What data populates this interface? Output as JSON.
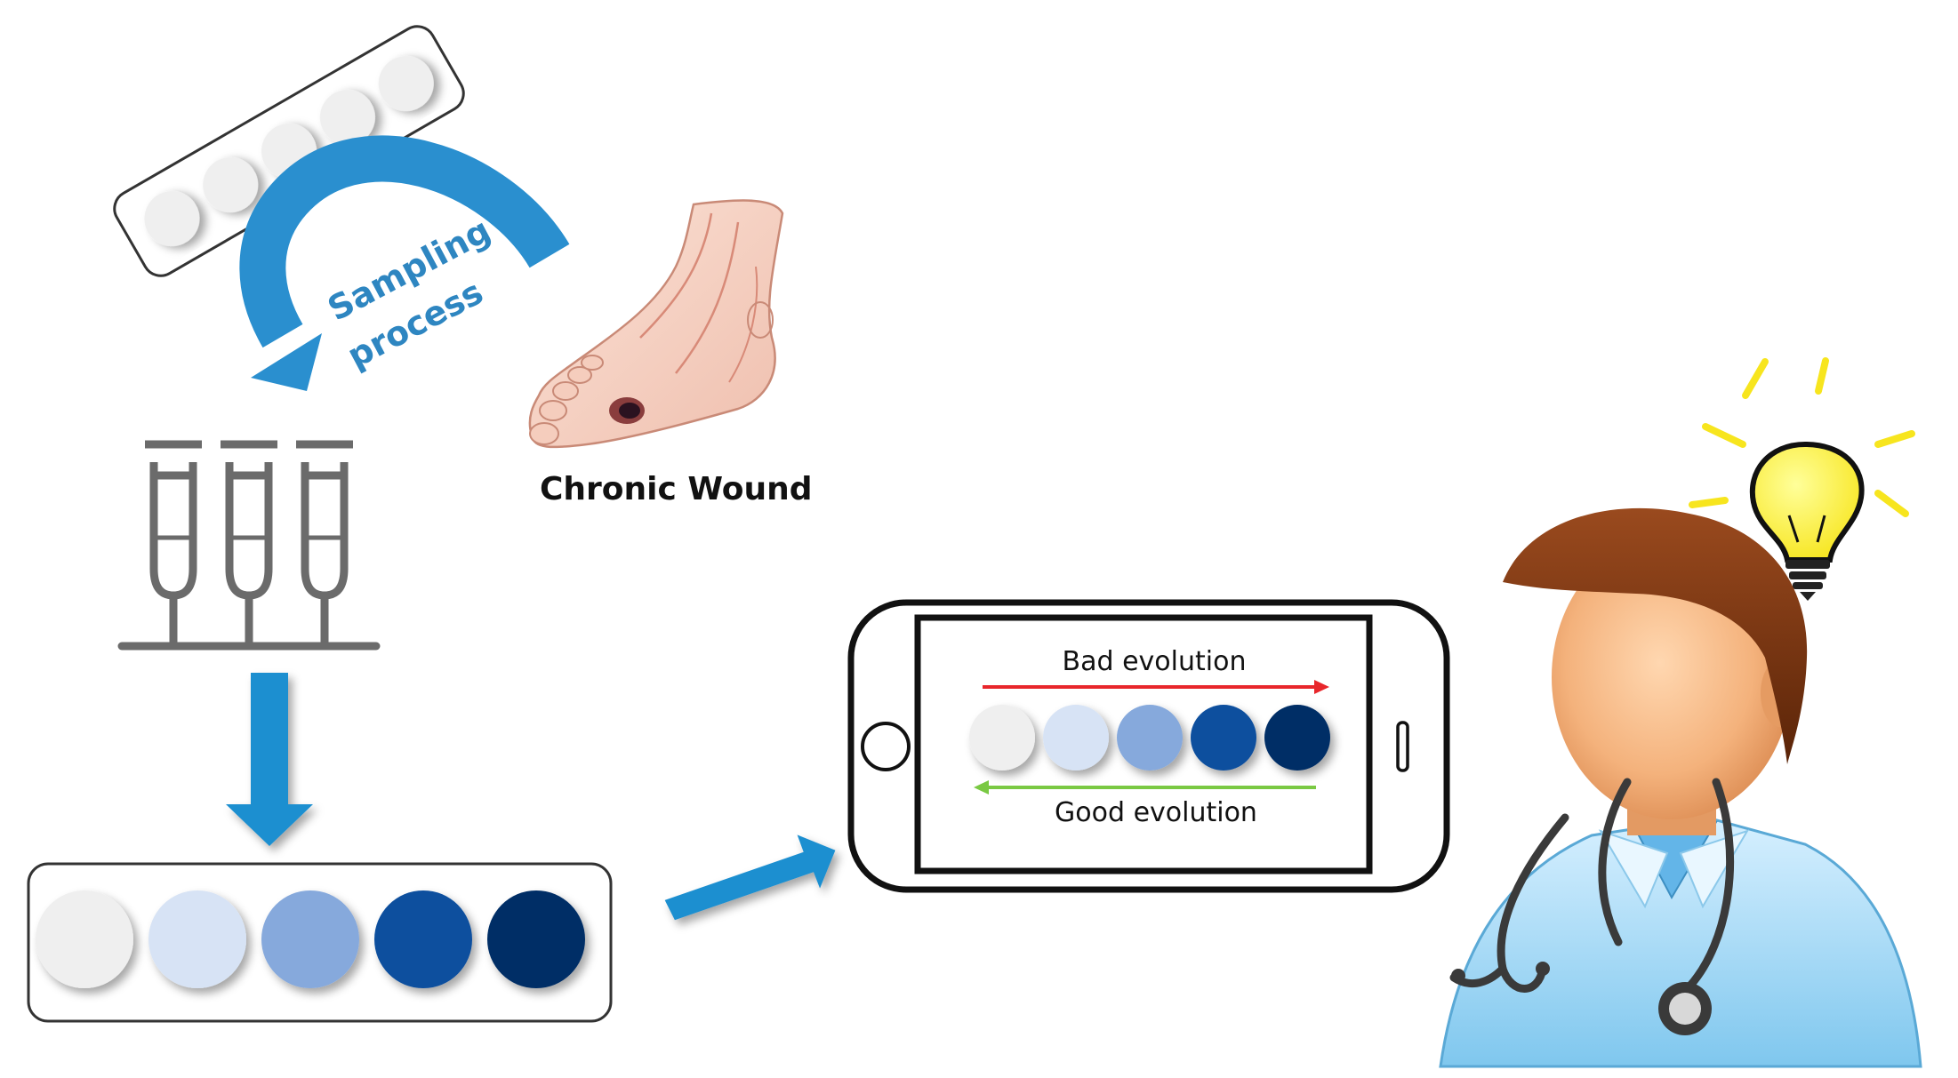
{
  "labels": {
    "sampling_line1": "Sampling",
    "sampling_line2": "process",
    "chronic_wound": "Chronic Wound",
    "bad_evolution": "Bad evolution",
    "good_evolution": "Good evolution"
  },
  "colors": {
    "accent_blue": "#2a8fcf",
    "arrow_blue": "#1f8fd0",
    "sampling_text": "#2e86c1",
    "bad_arrow": "#e8262b",
    "good_arrow": "#7ac943",
    "syringe_gray": "#6b6b6b",
    "scale": [
      "#efefef",
      "#d7e3f5",
      "#86a9dc",
      "#0d4f9e",
      "#062e66"
    ]
  },
  "icons": {
    "strip": "test-strip-icon",
    "foot": "foot-wound-illustration",
    "syringes": "syringe-rack-icon",
    "phone": "smartphone-icon",
    "doctor": "doctor-avatar-icon",
    "bulb": "light-bulb-icon"
  }
}
